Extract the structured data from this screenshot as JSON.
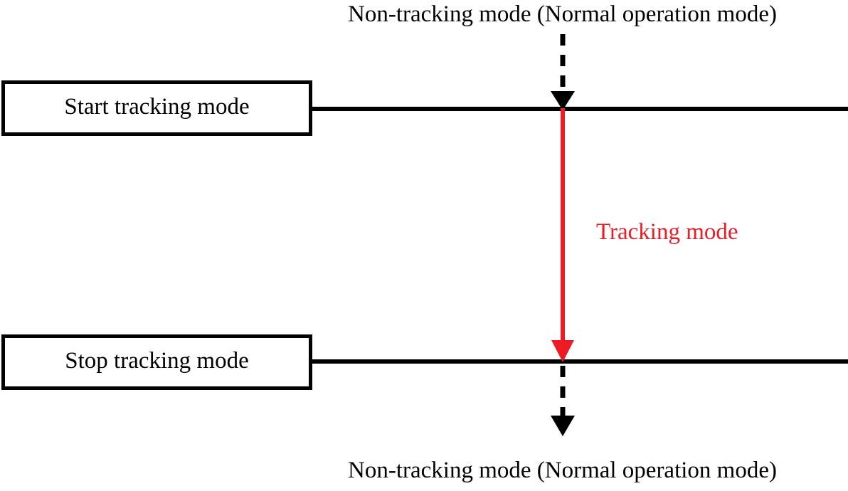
{
  "diagram": {
    "title": "Tracking mode entry and exit timing diagram",
    "background_color": "#ffffff",
    "line_color": "#000000",
    "accent_color": "#ed1c24",
    "labels": {
      "top_mode": "Non-tracking mode (Normal operation mode)",
      "bottom_mode": "Non-tracking mode (Normal operation mode)",
      "tracking_mode": "Tracking mode"
    },
    "boxes": [
      {
        "id": "start",
        "label": "Start tracking mode"
      },
      {
        "id": "stop",
        "label": "Stop tracking mode"
      }
    ],
    "arrows": [
      {
        "id": "enter-tracking",
        "style": "dashed",
        "color": "#000000",
        "direction": "down"
      },
      {
        "id": "tracking-span",
        "style": "solid",
        "color": "#ed1c24",
        "direction": "down"
      },
      {
        "id": "exit-tracking",
        "style": "dashed",
        "color": "#000000",
        "direction": "down"
      }
    ]
  }
}
